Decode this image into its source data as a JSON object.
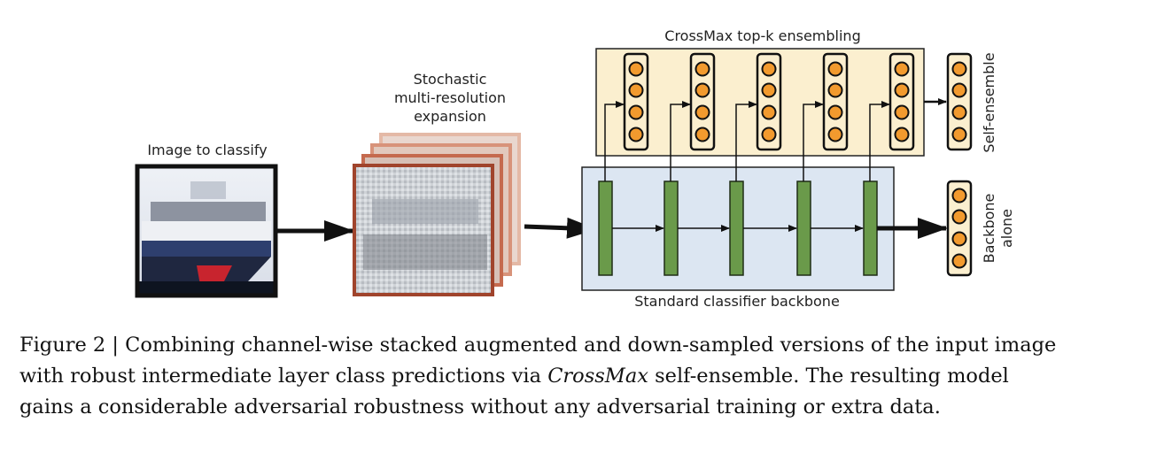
{
  "diagram": {
    "input_label": "Image to classify",
    "expansion_label": [
      "Stochastic",
      "multi-resolution",
      "expansion"
    ],
    "ensemble_label": "CrossMax top-k ensembling",
    "backbone_label": "Standard classifier backbone",
    "self_ensemble_label": "Self-ensemble",
    "backbone_alone_label": [
      "Backbone",
      "alone"
    ],
    "colors": {
      "ensemble_fill": "#fbefcf",
      "backbone_fill": "#dce6f2",
      "layer_green": "#6a9a4a",
      "node_orange": "#f29a2e",
      "expansion_frame": "#a0442c"
    }
  },
  "caption": {
    "line1": "Figure 2 | Combining channel-wise stacked augmented and down-sampled versions of the input image",
    "line2_pre": "with robust intermediate layer class predictions via ",
    "line2_em": "CrossMax",
    "line2_post": " self-ensemble. The resulting model",
    "line3": "gains a considerable adversarial robustness without any adversarial training or extra data."
  }
}
